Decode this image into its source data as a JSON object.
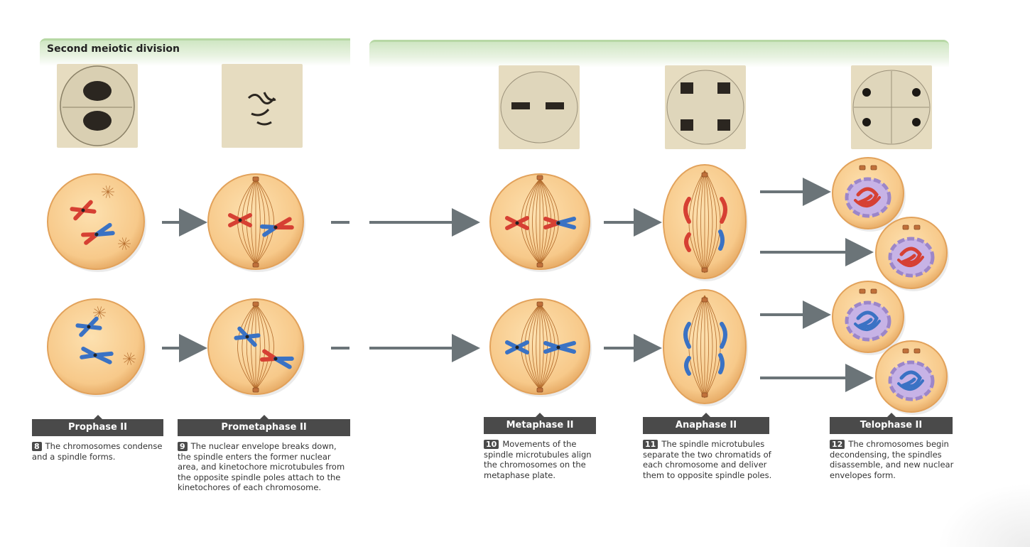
{
  "header": {
    "title": "Second meiotic division"
  },
  "stages": [
    {
      "num": "8",
      "label": "Prophase II",
      "caption": "The chromosomes condense and a spindle forms."
    },
    {
      "num": "9",
      "label": "Prometaphase II",
      "caption": "The nuclear envelope breaks down, the spindle enters the former nuclear area, and kinetochore microtubules from the opposite spindle poles attach to the kinetochores of each chromosome."
    },
    {
      "num": "10",
      "label": "Metaphase II",
      "caption": "Movements of the spindle microtubules align the chromosomes on the metaphase plate."
    },
    {
      "num": "11",
      "label": "Anaphase II",
      "caption": "The spindle microtubules separate the two chromatids of each chromosome and deliver them to opposite spindle poles."
    },
    {
      "num": "12",
      "label": "Telophase II",
      "caption": "The chromosomes begin decondensing, the spindles disassemble, and new nuclear envelopes form."
    }
  ],
  "colors": {
    "cell_fill": "#f7c98a",
    "cell_edge": "#e2a25b",
    "red_chromosome": "#d64033",
    "blue_chromosome": "#3a72c4",
    "envelope": "#9c86c9",
    "arrow": "#6b7478",
    "label_bg": "#4a4a4a",
    "band": "#cfe6c3"
  }
}
